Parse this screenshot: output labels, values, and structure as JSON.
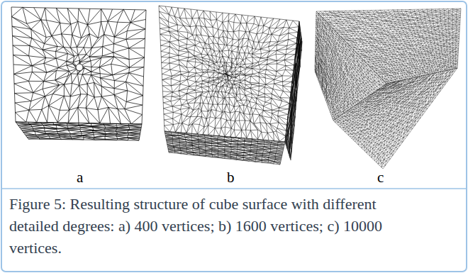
{
  "diagram": {
    "caption": "Figure 5: Resulting structure of cube surface with different detailed degrees: a) 400 vertices; b) 1600 vertices; c) 10000 vertices.",
    "labels": [
      "a",
      "b",
      "c"
    ]
  }
}
